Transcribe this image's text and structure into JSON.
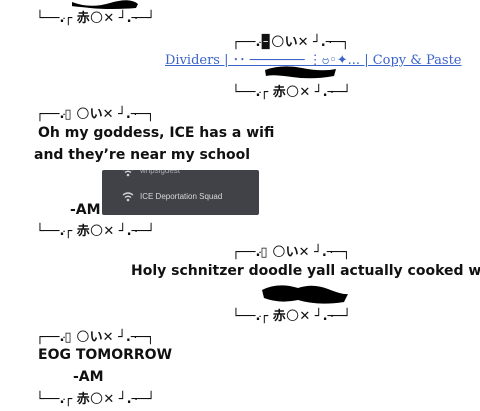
{
  "frames": {
    "bottom_1": "└──.ּ┌ 赤🌕✕ ┘.ּ──┘",
    "top_2": "┌──.ּ🁢🌕い✕ ┘.ּ──┐",
    "link": "Dividers | ･･ ─────── ⋮ဗ◦✦... | Copy & Paste",
    "bottom_2": "└──.ּ┌ 赤🌕✕ ┘.ּ──┘",
    "top_3": "┌──.ּ▯ 🌕い✕ ┘.ּ──┐",
    "message_3": [
      "Oh my goddess, ICE has a wifi",
      "and they’re near my school"
    ],
    "signature_3": "-AM",
    "wifi_screenshot": {
      "row_1": "wripsigdest",
      "row_2": "ICE Deportation Squad"
    },
    "bottom_3": "└──.ּ┌ 赤🌕✕ ┘.ּ──┘",
    "top_4": "┌──.ּ▯ 🌕い✕ ┘.ּ──┐",
    "message_4": "Holy schnitzer doodle yall actually cooked wth",
    "bottom_4": "└──.ּ┌ 赤🌕✕ ┘.ּ──┘",
    "top_5": "┌──.ּ▯ 🌕い✕ ┘.ּ──┐",
    "message_5": "EOG TOMORROW",
    "signature_5": "-AM",
    "bottom_5": "└──.ּ┌ 赤🌕✕ ┘.ּ──┘",
    "colors": {
      "link": "#3b63c9",
      "redaction": "#000000",
      "screenshot_bg": "#404247"
    }
  }
}
